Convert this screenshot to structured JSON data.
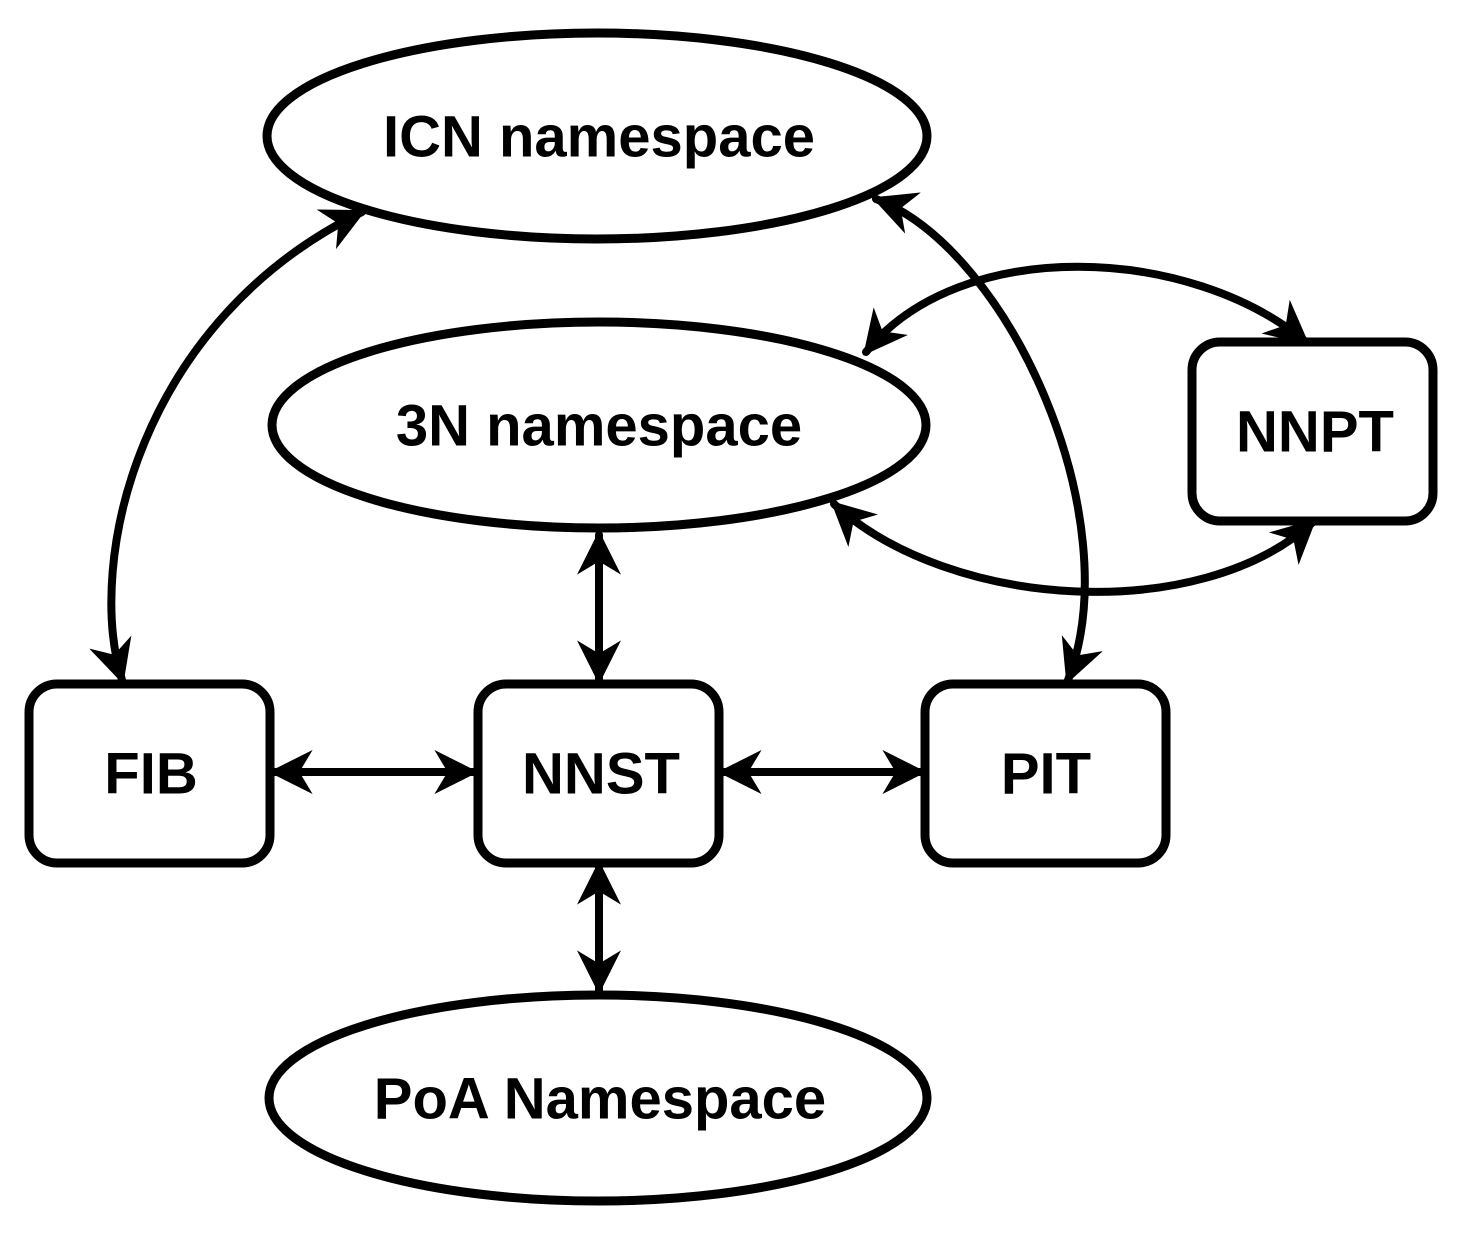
{
  "nodes": {
    "icn_namespace": {
      "label": "ICN namespace",
      "shape": "ellipse"
    },
    "three_n_namespace": {
      "label": "3N namespace",
      "shape": "ellipse"
    },
    "poa_namespace": {
      "label": "PoA Namespace",
      "shape": "ellipse"
    },
    "fib": {
      "label": "FIB",
      "shape": "rounded-rect"
    },
    "nnst": {
      "label": "NNST",
      "shape": "rounded-rect"
    },
    "pit": {
      "label": "PIT",
      "shape": "rounded-rect"
    },
    "nnpt": {
      "label": "NNPT",
      "shape": "rounded-rect"
    }
  },
  "edges": [
    {
      "from": "icn_namespace",
      "to": "fib",
      "direction": "both"
    },
    {
      "from": "icn_namespace",
      "to": "pit",
      "direction": "both"
    },
    {
      "from": "three_n_namespace",
      "to": "nnpt",
      "direction": "both"
    },
    {
      "from": "three_n_namespace",
      "to": "nnpt",
      "direction": "both"
    },
    {
      "from": "three_n_namespace",
      "to": "nnst",
      "direction": "both"
    },
    {
      "from": "fib",
      "to": "nnst",
      "direction": "both"
    },
    {
      "from": "nnst",
      "to": "pit",
      "direction": "both"
    },
    {
      "from": "nnst",
      "to": "poa_namespace",
      "direction": "both"
    }
  ],
  "colors": {
    "stroke": "#000000",
    "fill": "#ffffff",
    "text": "#000000"
  }
}
